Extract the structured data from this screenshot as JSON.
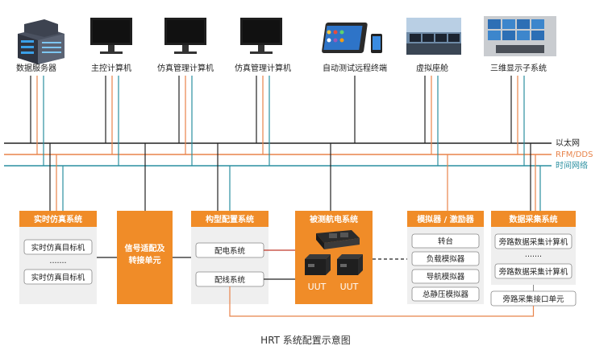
{
  "colors": {
    "ethernet": "#222222",
    "rfm": "#e8834a",
    "time": "#2a8fa0",
    "orange": "#f08c28",
    "panel": "#efefef",
    "red": "#c0392b"
  },
  "devices": [
    {
      "id": "server",
      "label": "数据服务器",
      "icon": "server-icon"
    },
    {
      "id": "host",
      "label": "主控计算机",
      "icon": "monitor-icon"
    },
    {
      "id": "sim1",
      "label": "仿真管理计算机",
      "icon": "monitor-icon"
    },
    {
      "id": "sim2",
      "label": "仿真管理计算机",
      "icon": "monitor-icon"
    },
    {
      "id": "remote",
      "label": "自动测试远程终端",
      "icon": "tablet-icon"
    },
    {
      "id": "cockpit",
      "label": "虚拟座舱",
      "icon": "cockpit-icon"
    },
    {
      "id": "display3d",
      "label": "三维显示子系统",
      "icon": "display-wall-icon"
    }
  ],
  "buses": {
    "ethernet": "以太网",
    "rfm": "RFM/DDS",
    "time": "时间网络"
  },
  "boxes": {
    "realtime": {
      "title": "实时仿真系统",
      "item1": "实时仿真目标机",
      "dots": "·······",
      "item2": "实时仿真目标机"
    },
    "adapter": {
      "title_line1": "信号适配及",
      "title_line2": "转接单元"
    },
    "config": {
      "title": "构型配置系统",
      "item1": "配电系统",
      "item2": "配线系统"
    },
    "avionics": {
      "title": "被测航电系统",
      "uut1": "UUT",
      "uut2": "UUT"
    },
    "simulator": {
      "title": "模拟器 / 激励器",
      "items": [
        "转台",
        "负载模拟器",
        "导航模拟器",
        "总静压模拟器"
      ]
    },
    "acquisition": {
      "title": "数据采集系统",
      "item1": "旁路数据采集计算机",
      "dots": "·······",
      "item2": "旁路数据采集计算机",
      "item3": "旁路采集接口单元"
    }
  },
  "caption": "HRT 系统配置示意图"
}
